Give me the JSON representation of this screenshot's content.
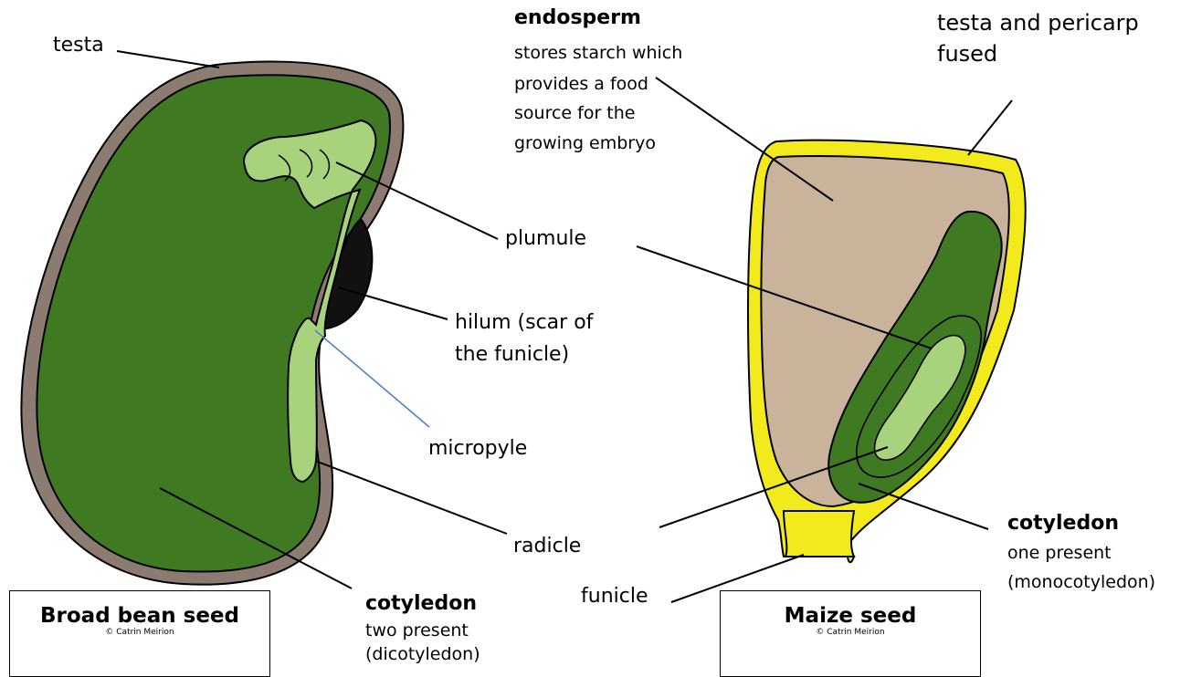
{
  "bean": {
    "title": "Broad bean seed",
    "credit": "© Catrin Meirion",
    "labels": {
      "testa": "testa",
      "plumule": "plumule",
      "hilum_line1": "hilum (scar of",
      "hilum_line2": "the funicle)",
      "micropyle": "micropyle",
      "radicle": "radicle",
      "cotyledon": "cotyledon",
      "cotyledon_sub1": "two present",
      "cotyledon_sub2": "(dicotyledon)"
    }
  },
  "maize": {
    "title": "Maize seed",
    "credit": "© Catrin Meirion",
    "labels": {
      "endosperm": "endosperm",
      "endosperm_sub1": "stores starch which",
      "endosperm_sub2": "provides a food",
      "endosperm_sub3": "source for the",
      "endosperm_sub4": "growing embryo",
      "testa_pericarp1": "testa and pericarp",
      "testa_pericarp2": "fused",
      "funicle": "funicle",
      "cotyledon": "cotyledon",
      "cotyledon_sub1": "one present",
      "cotyledon_sub2": "(monocotyledon)"
    }
  },
  "colors": {
    "testa_brown": "#8c7b70",
    "cotyledon_dark_green": "#3f7a22",
    "embryo_light_green": "#a8d27c",
    "hilum_black": "#111111",
    "endosperm_tan": "#c9b39b",
    "pericarp_yellow": "#f2ea1c",
    "micropyle_line_blue": "#4a7fc0"
  }
}
